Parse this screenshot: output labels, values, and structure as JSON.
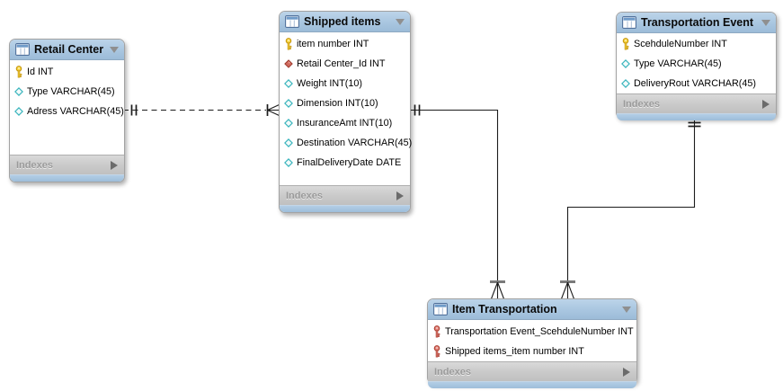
{
  "app": {
    "kind": "eer-diagram-canvas"
  },
  "colors": {
    "table_header_blue": "#a9c6e0",
    "indexes_row_gray": "#c9c9c9",
    "indexes_text": "#9a9a9a",
    "primary_key_gold": "#f2cb3a",
    "foreign_key_red": "#d06a5e",
    "nullable_diamond_teal": "#3ab5bd",
    "relationship_line": "#1c1c1c"
  },
  "tables": [
    {
      "name": "Retail Center",
      "indexes_label": "Indexes",
      "columns": [
        {
          "icon": "primary-key-icon",
          "text": "Id INT"
        },
        {
          "icon": "nullable-column-icon",
          "text": "Type VARCHAR(45)"
        },
        {
          "icon": "nullable-column-icon",
          "text": "Adress VARCHAR(45)"
        }
      ]
    },
    {
      "name": "Shipped items",
      "indexes_label": "Indexes",
      "columns": [
        {
          "icon": "primary-key-icon",
          "text": "item number INT"
        },
        {
          "icon": "foreign-key-icon",
          "text": "Retail Center_Id INT"
        },
        {
          "icon": "nullable-column-icon",
          "text": "Weight INT(10)"
        },
        {
          "icon": "nullable-column-icon",
          "text": "Dimension INT(10)"
        },
        {
          "icon": "nullable-column-icon",
          "text": "InsuranceAmt INT(10)"
        },
        {
          "icon": "nullable-column-icon",
          "text": "Destination VARCHAR(45)"
        },
        {
          "icon": "nullable-column-icon",
          "text": "FinalDeliveryDate DATE"
        }
      ]
    },
    {
      "name": "Transportation Event",
      "indexes_label": "Indexes",
      "columns": [
        {
          "icon": "primary-key-icon",
          "text": "ScehduleNumber INT"
        },
        {
          "icon": "nullable-column-icon",
          "text": "Type VARCHAR(45)"
        },
        {
          "icon": "nullable-column-icon",
          "text": "DeliveryRout VARCHAR(45)"
        }
      ]
    },
    {
      "name": "Item Transportation",
      "indexes_label": "Indexes",
      "columns": [
        {
          "icon": "primary-foreign-key-icon",
          "text": "Transportation Event_ScehduleNumber INT"
        },
        {
          "icon": "primary-foreign-key-icon",
          "text": "Shipped items_item number INT"
        }
      ]
    }
  ],
  "relationships": [
    {
      "from": "Retail Center",
      "to": "Shipped items",
      "line_style": "dashed",
      "from_cardinality": "exactly-one",
      "to_cardinality": "many"
    },
    {
      "from": "Shipped items",
      "to": "Item Transportation",
      "line_style": "solid",
      "from_cardinality": "exactly-one",
      "to_cardinality": "many"
    },
    {
      "from": "Transportation Event",
      "to": "Item Transportation",
      "line_style": "solid",
      "from_cardinality": "exactly-one",
      "to_cardinality": "many"
    }
  ]
}
